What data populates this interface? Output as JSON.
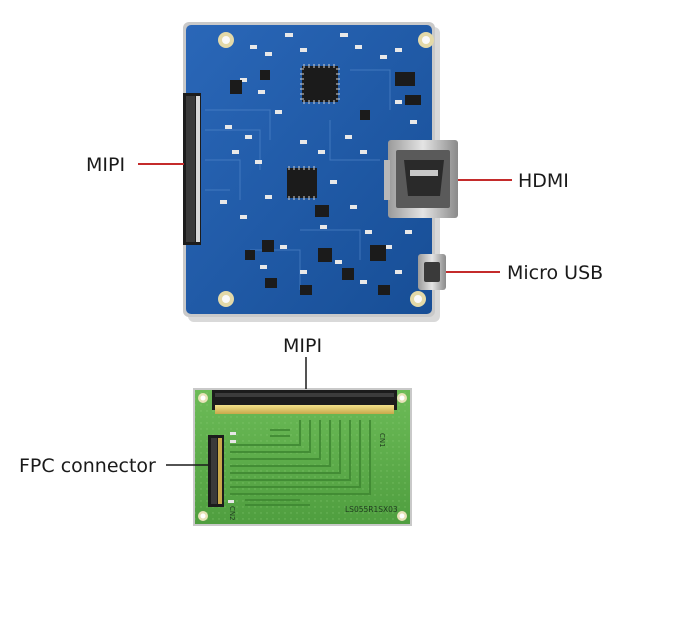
{
  "labels": {
    "mipi_top": "MIPI",
    "hdmi": "HDMI",
    "micro_usb": "Micro USB",
    "mipi_bottom": "MIPI",
    "fpc_connector": "FPC connector"
  },
  "silkscreen": {
    "cn1": "CN1",
    "cn2": "CN2",
    "part_number": "LS055R1SX03"
  },
  "colors": {
    "driver_board": "#1f5aa8",
    "adapter_board": "#5cae4a",
    "callout_line": "#c42b2b"
  }
}
